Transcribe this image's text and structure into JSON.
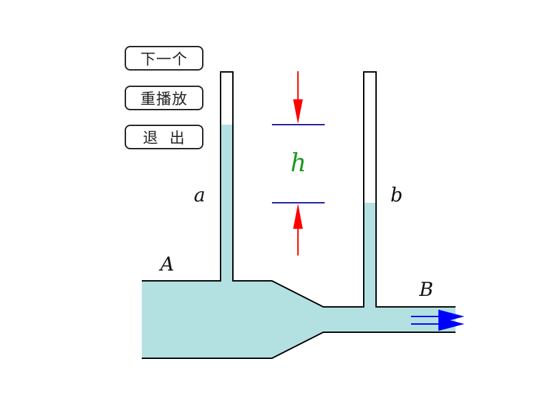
{
  "buttons": {
    "next": "下一个",
    "replay": "重播放",
    "exit": "退  出"
  },
  "labels": {
    "tube_a": "a",
    "tube_b": "b",
    "section_A": "A",
    "section_B": "B",
    "height": "h"
  },
  "colors": {
    "water": "#b3e0e0",
    "outline": "#000000",
    "level_line": "#1a1aa6",
    "arrow_red": "#ff0000",
    "flow_arrow": "#0000ff",
    "height_label": "#1a9a1a"
  }
}
